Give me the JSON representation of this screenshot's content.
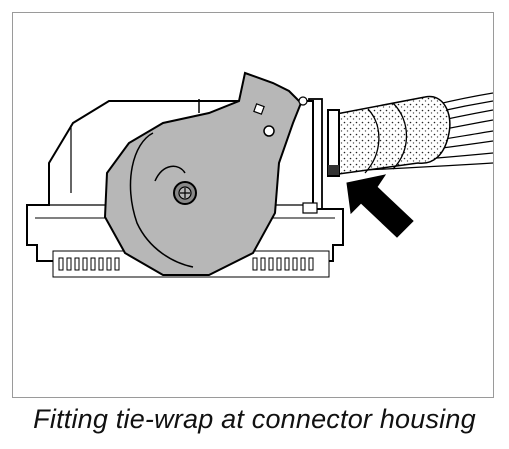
{
  "figure": {
    "caption": "Fitting tie-wrap at connector housing",
    "subject": "connector housing with locking lever, cable bundle and tie-wrap",
    "arrow": "pointer to tie-wrap position",
    "colors": {
      "line": "#000000",
      "lever_fill": "#b7b7b7",
      "pin_fill": "#888888",
      "background": "#ffffff",
      "frame": "#9a9a9a"
    }
  }
}
